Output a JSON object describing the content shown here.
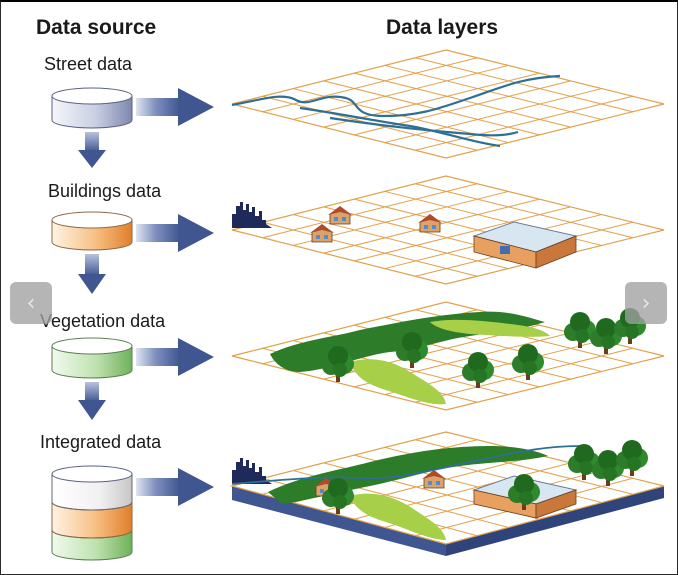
{
  "headers": {
    "left": "Data source",
    "right": "Data layers"
  },
  "sources": [
    {
      "label": "Street data"
    },
    {
      "label": "Buildings data"
    },
    {
      "label": "Vegetation data"
    },
    {
      "label": "Integrated data"
    }
  ],
  "carousel": {
    "prev_icon": "‹",
    "next_icon": "›"
  },
  "colors": {
    "grid": "#e2a04a",
    "street": "#2e6f95",
    "arrow": "#3f5690",
    "drum_blue": "#b8c0d8",
    "drum_orange": "#f0a860",
    "drum_green": "#9ccf8a",
    "veg_dark": "#2c7c2a",
    "veg_light": "#a8cf48",
    "city": "#1f2a5a",
    "base_side": "#3f5690"
  }
}
